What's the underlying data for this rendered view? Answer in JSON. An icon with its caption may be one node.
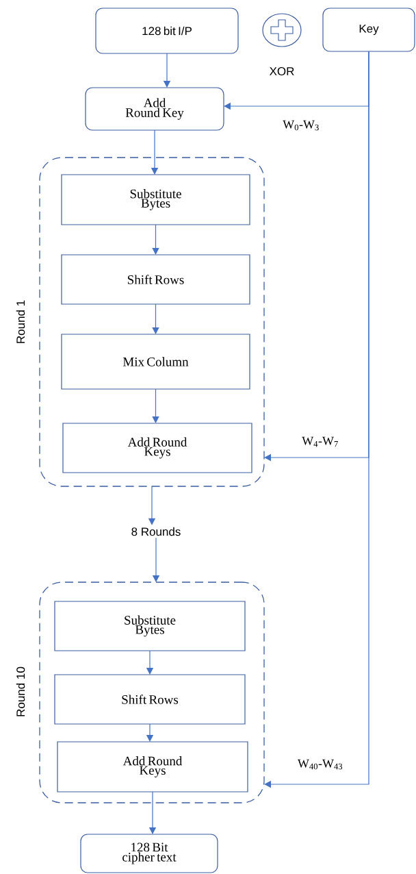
{
  "diagram": {
    "nodes": [
      {
        "text": [
          "128 bit I/P"
        ]
      },
      {
        "text": [],
        "shape": "circle",
        "beside": [
          "XOR"
        ]
      },
      {
        "text": [
          "Key"
        ]
      },
      {
        "text": [
          "Add Round Key"
        ]
      },
      {
        "text": [
          "Round 1"
        ]
      },
      {
        "text": [
          "Substitute Bytes"
        ],
        "in": 4
      },
      {
        "text": [
          "Shift Rows"
        ],
        "in": 4
      },
      {
        "text": [
          "Mix Column"
        ],
        "in": 4
      },
      {
        "text": [
          "Add Round Keys"
        ],
        "in": 4
      },
      {
        "text": [
          "8 Rounds"
        ]
      },
      {
        "text": [
          "Round 10"
        ]
      },
      {
        "text": [
          "Substitute Bytes"
        ],
        "in": 10
      },
      {
        "text": [
          "Shift Rows"
        ],
        "in": 10
      },
      {
        "text": [
          "Add Round Keys"
        ],
        "in": 10
      },
      {
        "text": [
          "128 Bit cipher text"
        ]
      }
    ],
    "edges": [
      {
        "from": 0,
        "to": 3,
        "arrow": "to"
      },
      {
        "from": 2,
        "to": 3,
        "arrow": "to",
        "label": "W$_{0}$-W$_{3}$"
      },
      {
        "from": 3,
        "to": 5,
        "arrow": "to"
      },
      {
        "from": 5,
        "to": 6,
        "arrow": "to"
      },
      {
        "from": 6,
        "to": 7,
        "arrow": "to"
      },
      {
        "from": 7,
        "to": 8,
        "arrow": "to"
      },
      {
        "from": 2,
        "to": 4,
        "arrow": "to",
        "label": "W$_{4}$-W$_{7}$"
      },
      {
        "from": 4,
        "to": 9,
        "arrow": "to"
      },
      {
        "from": 9,
        "to": 10,
        "arrow": "to"
      },
      {
        "from": 11,
        "to": 12,
        "arrow": "to"
      },
      {
        "from": 12,
        "to": 13,
        "arrow": "to"
      },
      {
        "from": 2,
        "to": 10,
        "arrow": "to",
        "label": "W$_{40}$-W$_{43}$"
      },
      {
        "from": 13,
        "to": 14,
        "arrow": "to"
      }
    ]
  }
}
